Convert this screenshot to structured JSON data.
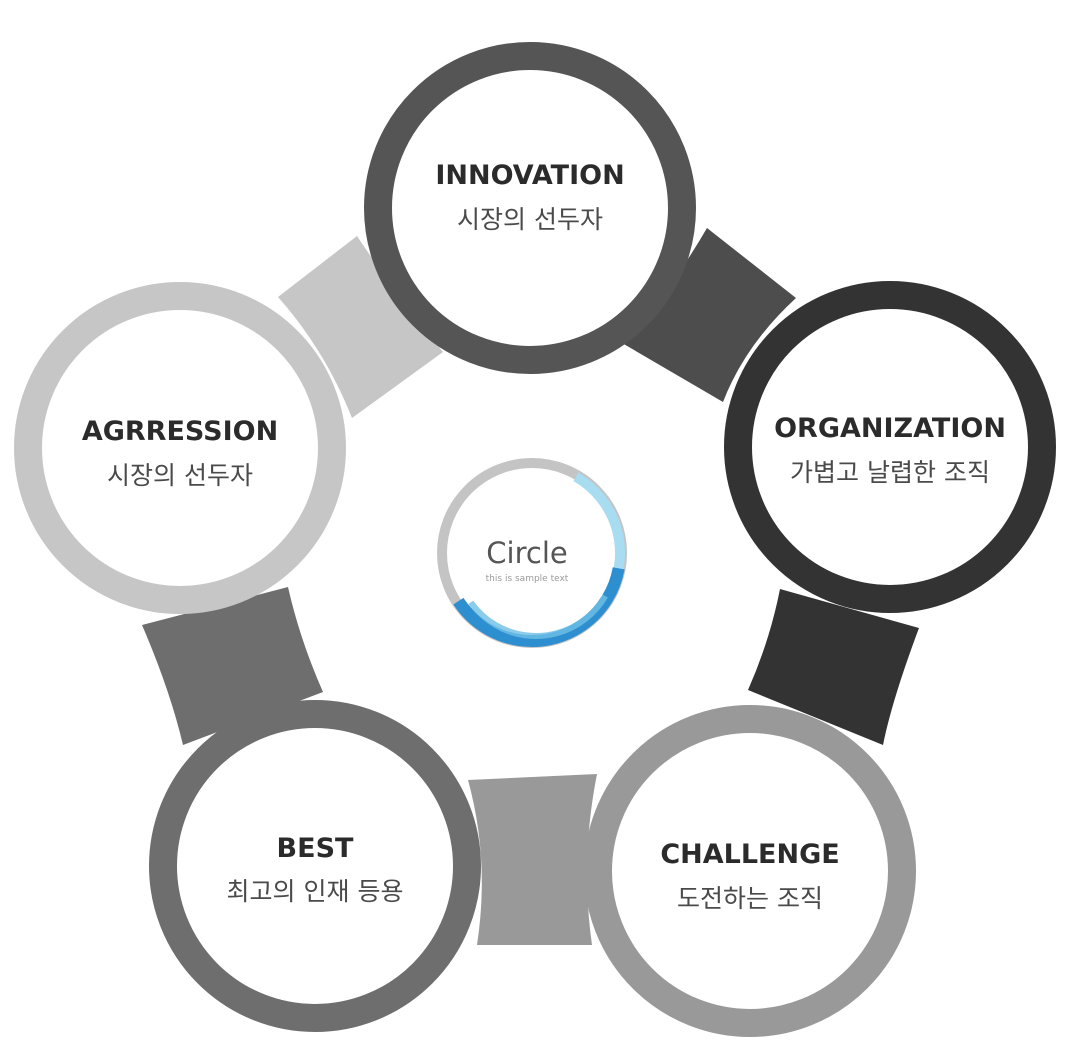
{
  "center": {
    "title": "Circle",
    "subtitle": "this is sample text"
  },
  "nodes": [
    {
      "title": "INNOVATION",
      "subtitle": "시장의 선두자",
      "color": "#555555"
    },
    {
      "title": "ORGANIZATION",
      "subtitle": "가볍고 날렵한 조직",
      "color": "#333333"
    },
    {
      "title": "CHALLENGE",
      "subtitle": "도전하는 조직",
      "color": "#999999"
    },
    {
      "title": "BEST",
      "subtitle": "최고의 인재 등용",
      "color": "#6e6e6e"
    },
    {
      "title": "AGRRESSION",
      "subtitle": "시장의 선두자",
      "color": "#c6c6c6"
    }
  ],
  "logo_colors": {
    "blue": "#2e8fd0",
    "light_blue": "#8fd0ee",
    "grey": "#bdbdbd"
  }
}
